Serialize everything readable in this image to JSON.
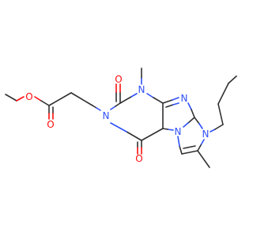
{
  "molecule": {
    "colors": {
      "carbon": "#303030",
      "nitrogen": "#3050f8",
      "oxygen": "#ff0d0d"
    },
    "atoms": {
      "o_ester_methoxy": "O",
      "o_ester_carbonyl": "O",
      "n_ring_top": "N",
      "n_ring_left": "N",
      "n_imidazole": "N",
      "n_bridge": "N",
      "n_butyl": "N",
      "o_upper_carbonyl": "O",
      "o_lower_carbonyl": "O"
    }
  }
}
